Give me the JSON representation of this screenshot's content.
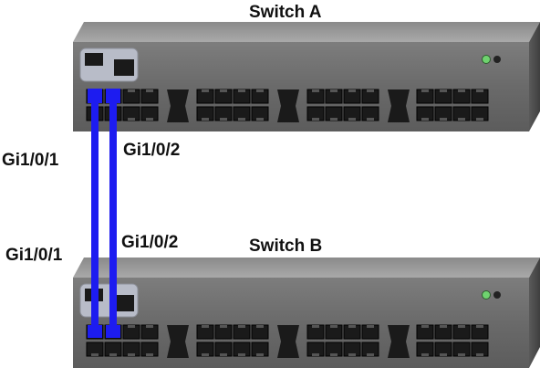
{
  "switches": [
    {
      "name": "Switch A"
    },
    {
      "name": "Switch B"
    }
  ],
  "cables": [
    {
      "switch_a_port": "Gi1/0/1",
      "switch_b_port": "Gi1/0/1"
    },
    {
      "switch_a_port": "Gi1/0/2",
      "switch_b_port": "Gi1/0/2"
    }
  ],
  "colors": {
    "cable": "#1d1cf0",
    "chassis": "#6f6f6f",
    "port": "#1a1a1a",
    "led": "#6fd36f"
  }
}
